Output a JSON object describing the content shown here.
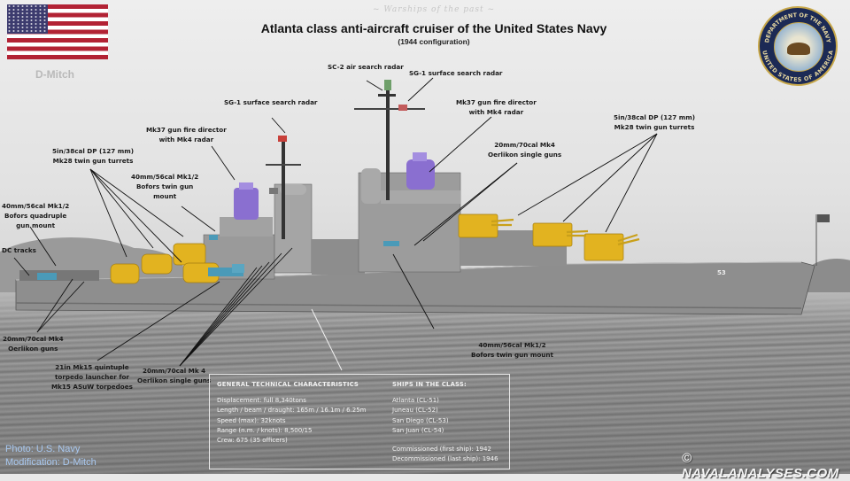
{
  "header": {
    "tagline": "~ Warships of the past ~",
    "title": "Atlanta class anti-aircraft cruiser of the United States Navy",
    "subtitle": "(1944  configuration)",
    "author_watermark": "D-Mitch"
  },
  "emblems": {
    "flag": "us-flag",
    "seal_top": "DEPARTMENT OF THE NAVY",
    "seal_bottom": "UNITED STATES OF AMERICA"
  },
  "ship": {
    "hull_number": "53",
    "highlight_colors": {
      "main_guns": "#e2b320",
      "fire_directors": "#8a6fd0",
      "light_aa": "#4a9ab8",
      "hull": "#8e8e8e"
    }
  },
  "annotations": [
    {
      "id": "sc2",
      "line1": "SC-2 air search radar",
      "line2": ""
    },
    {
      "id": "sg1-fore",
      "line1": "SG-1 surface search radar",
      "line2": ""
    },
    {
      "id": "sg1-aft",
      "line1": "SG-1 surface search radar",
      "line2": ""
    },
    {
      "id": "mk37-aft",
      "line1": "Mk37 gun fire director",
      "line2": "with Mk4 radar"
    },
    {
      "id": "mk37-fore",
      "line1": "Mk37 gun fire director",
      "line2": "with Mk4 radar"
    },
    {
      "id": "5in-aft",
      "line1": "5in/38cal DP (127 mm)",
      "line2": "Mk28 twin gun turrets"
    },
    {
      "id": "5in-fore",
      "line1": "5in/38cal DP (127 mm)",
      "line2": "Mk28 twin gun turrets"
    },
    {
      "id": "20mm-upper",
      "line1": "20mm/70cal Mk4",
      "line2": "Oerlikon single guns"
    },
    {
      "id": "40mm-twin-upper",
      "line1": "40mm/56cal Mk1/2",
      "line2": "Bofors twin gun",
      "line3": "mount"
    },
    {
      "id": "40mm-quad",
      "line1": "40mm/56cal Mk1/2",
      "line2": "Bofors quadruple",
      "line3": "gun mount"
    },
    {
      "id": "dc-tracks",
      "line1": "DC tracks",
      "line2": ""
    },
    {
      "id": "20mm-stern",
      "line1": "20mm/70cal Mk4",
      "line2": "Oerlikon guns"
    },
    {
      "id": "torpedo",
      "line1": "21in Mk15 quintuple",
      "line2": "torpedo launcher for",
      "line3": "Mk15 ASuW torpedoes"
    },
    {
      "id": "20mm-lower",
      "line1": "20mm/70cal Mk 4",
      "line2": "Oerlikon single guns"
    },
    {
      "id": "40mm-twin-lower",
      "line1": "40mm/56cal Mk1/2",
      "line2": "Bofors twin gun mount"
    }
  ],
  "specs": {
    "heading": "GENERAL TECHNICAL CHARACTERISTICS",
    "rows": [
      "Displacement: full 8,340tons",
      "Length / beam / draught: 165m / 16.1m / 6.25m",
      "Speed (max): 32knots",
      "Range (n.m. / knots): 8,500/15",
      "Crew: 675 (35 officers)"
    ]
  },
  "class_ships": {
    "heading": "SHIPS IN THE CLASS:",
    "ships": [
      "Atlanta (CL-51)",
      "Juneau (CL-52)",
      "San Diego (CL-53)",
      "San Juan (CL-54)"
    ],
    "commissioned": "Commissioned (first ship): 1942",
    "decommissioned": "Decommissioned (last ship): 1946"
  },
  "footer": {
    "photo_credit": "Photo: U.S. Navy",
    "modification_credit": "Modification: D-Mitch",
    "copyright": "© NAVALANALYSES.COM"
  }
}
